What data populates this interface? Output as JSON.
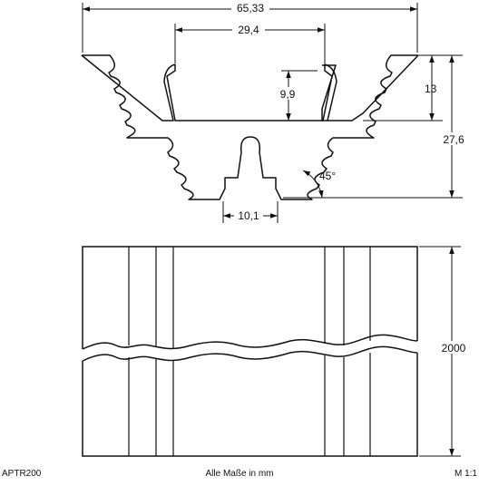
{
  "profile_dimensions": {
    "overall_width": "65,33",
    "inner_width": "29,4",
    "inner_depth": "9,9",
    "wing_height": "13",
    "total_height": "27,6",
    "angle": "45°",
    "base_width": "10,1"
  },
  "side_view": {
    "length": "2000"
  },
  "footer": {
    "part_number": "APTR200",
    "units_note": "Alle Maße in mm",
    "scale": "M 1:1"
  },
  "colors": {
    "line": "#111111",
    "background": "#ffffff"
  }
}
